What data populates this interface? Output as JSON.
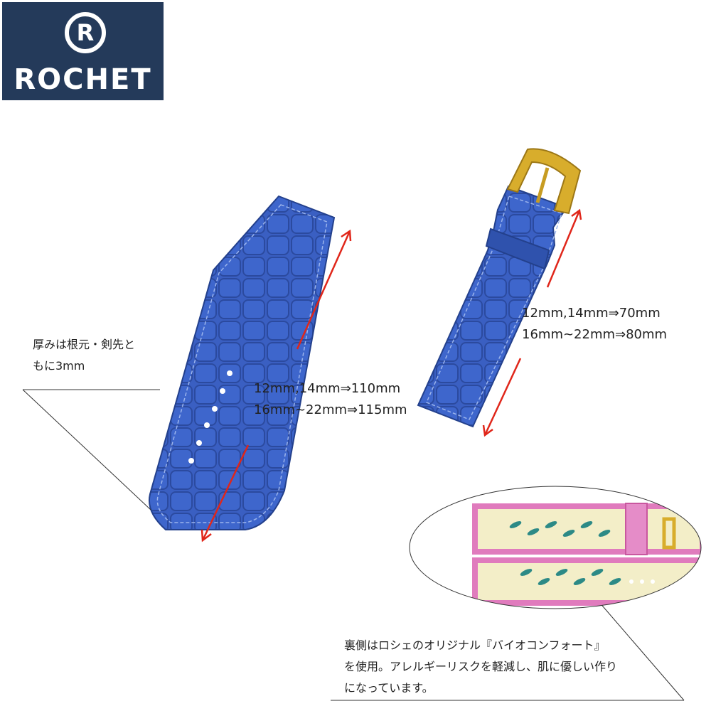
{
  "brand": {
    "name": "ROCHET",
    "mark": "R"
  },
  "thickness_note": {
    "line1": "厚みは根元・剣先と",
    "line2": "もに3mm"
  },
  "long_strap": {
    "line1": "12mm,14mm⇒110mm",
    "line2": "16mm~22mm⇒115mm"
  },
  "short_strap": {
    "line1": "12mm,14mm⇒70mm",
    "line2": "16mm~22mm⇒80mm"
  },
  "lining_note": {
    "line1": "裏側はロシェのオリジナル『バイオコンフォート』",
    "line2": "を使用。アレルギーリスクを軽減し、肌に優しい作り",
    "line3": "になっています。"
  },
  "colors": {
    "strap": "#3558b8",
    "arrow": "#e0261a",
    "buckle": "#d8ad2c",
    "logo_bg": "#243a5a"
  }
}
